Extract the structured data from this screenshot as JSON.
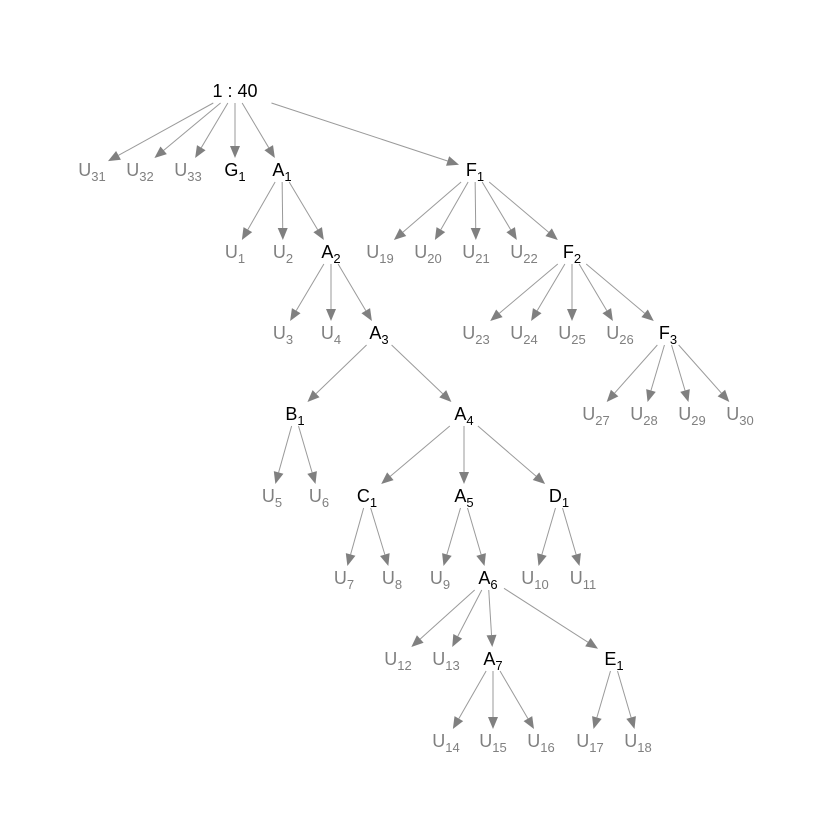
{
  "colors": {
    "internal": "#000000",
    "leaf": "#808080",
    "edge": "#9a9a9a",
    "arrowhead": "#808080"
  },
  "nodes": [
    {
      "id": "root",
      "base": "1 : 40",
      "sub": "",
      "type": "internal"
    },
    {
      "id": "U31",
      "base": "U",
      "sub": "31",
      "type": "leaf"
    },
    {
      "id": "U32",
      "base": "U",
      "sub": "32",
      "type": "leaf"
    },
    {
      "id": "U33",
      "base": "U",
      "sub": "33",
      "type": "leaf"
    },
    {
      "id": "G1",
      "base": "G",
      "sub": "1",
      "type": "internal"
    },
    {
      "id": "A1",
      "base": "A",
      "sub": "1",
      "type": "internal"
    },
    {
      "id": "F1",
      "base": "F",
      "sub": "1",
      "type": "internal"
    },
    {
      "id": "U1",
      "base": "U",
      "sub": "1",
      "type": "leaf"
    },
    {
      "id": "U2",
      "base": "U",
      "sub": "2",
      "type": "leaf"
    },
    {
      "id": "A2",
      "base": "A",
      "sub": "2",
      "type": "internal"
    },
    {
      "id": "U19",
      "base": "U",
      "sub": "19",
      "type": "leaf"
    },
    {
      "id": "U20",
      "base": "U",
      "sub": "20",
      "type": "leaf"
    },
    {
      "id": "U21",
      "base": "U",
      "sub": "21",
      "type": "leaf"
    },
    {
      "id": "U22",
      "base": "U",
      "sub": "22",
      "type": "leaf"
    },
    {
      "id": "F2",
      "base": "F",
      "sub": "2",
      "type": "internal"
    },
    {
      "id": "U3",
      "base": "U",
      "sub": "3",
      "type": "leaf"
    },
    {
      "id": "U4",
      "base": "U",
      "sub": "4",
      "type": "leaf"
    },
    {
      "id": "A3",
      "base": "A",
      "sub": "3",
      "type": "internal"
    },
    {
      "id": "U23",
      "base": "U",
      "sub": "23",
      "type": "leaf"
    },
    {
      "id": "U24",
      "base": "U",
      "sub": "24",
      "type": "leaf"
    },
    {
      "id": "U25",
      "base": "U",
      "sub": "25",
      "type": "leaf"
    },
    {
      "id": "U26",
      "base": "U",
      "sub": "26",
      "type": "leaf"
    },
    {
      "id": "F3",
      "base": "F",
      "sub": "3",
      "type": "internal"
    },
    {
      "id": "B1",
      "base": "B",
      "sub": "1",
      "type": "internal"
    },
    {
      "id": "A4",
      "base": "A",
      "sub": "4",
      "type": "internal"
    },
    {
      "id": "U27",
      "base": "U",
      "sub": "27",
      "type": "leaf"
    },
    {
      "id": "U28",
      "base": "U",
      "sub": "28",
      "type": "leaf"
    },
    {
      "id": "U29",
      "base": "U",
      "sub": "29",
      "type": "leaf"
    },
    {
      "id": "U30",
      "base": "U",
      "sub": "30",
      "type": "leaf"
    },
    {
      "id": "U5",
      "base": "U",
      "sub": "5",
      "type": "leaf"
    },
    {
      "id": "U6",
      "base": "U",
      "sub": "6",
      "type": "leaf"
    },
    {
      "id": "C1",
      "base": "C",
      "sub": "1",
      "type": "internal"
    },
    {
      "id": "A5",
      "base": "A",
      "sub": "5",
      "type": "internal"
    },
    {
      "id": "D1",
      "base": "D",
      "sub": "1",
      "type": "internal"
    },
    {
      "id": "U7",
      "base": "U",
      "sub": "7",
      "type": "leaf"
    },
    {
      "id": "U8",
      "base": "U",
      "sub": "8",
      "type": "leaf"
    },
    {
      "id": "U9",
      "base": "U",
      "sub": "9",
      "type": "leaf"
    },
    {
      "id": "A6",
      "base": "A",
      "sub": "6",
      "type": "internal"
    },
    {
      "id": "U10",
      "base": "U",
      "sub": "10",
      "type": "leaf"
    },
    {
      "id": "U11",
      "base": "U",
      "sub": "11",
      "type": "leaf"
    },
    {
      "id": "U12",
      "base": "U",
      "sub": "12",
      "type": "leaf"
    },
    {
      "id": "U13",
      "base": "U",
      "sub": "13",
      "type": "leaf"
    },
    {
      "id": "A7",
      "base": "A",
      "sub": "7",
      "type": "internal"
    },
    {
      "id": "E1",
      "base": "E",
      "sub": "1",
      "type": "internal"
    },
    {
      "id": "U14",
      "base": "U",
      "sub": "14",
      "type": "leaf"
    },
    {
      "id": "U15",
      "base": "U",
      "sub": "15",
      "type": "leaf"
    },
    {
      "id": "U16",
      "base": "U",
      "sub": "16",
      "type": "leaf"
    },
    {
      "id": "U17",
      "base": "U",
      "sub": "17",
      "type": "leaf"
    },
    {
      "id": "U18",
      "base": "U",
      "sub": "18",
      "type": "leaf"
    }
  ],
  "edges": [
    [
      "root",
      "U31"
    ],
    [
      "root",
      "U32"
    ],
    [
      "root",
      "U33"
    ],
    [
      "root",
      "G1"
    ],
    [
      "root",
      "A1"
    ],
    [
      "root",
      "F1"
    ],
    [
      "A1",
      "U1"
    ],
    [
      "A1",
      "U2"
    ],
    [
      "A1",
      "A2"
    ],
    [
      "F1",
      "U19"
    ],
    [
      "F1",
      "U20"
    ],
    [
      "F1",
      "U21"
    ],
    [
      "F1",
      "U22"
    ],
    [
      "F1",
      "F2"
    ],
    [
      "A2",
      "U3"
    ],
    [
      "A2",
      "U4"
    ],
    [
      "A2",
      "A3"
    ],
    [
      "F2",
      "U23"
    ],
    [
      "F2",
      "U24"
    ],
    [
      "F2",
      "U25"
    ],
    [
      "F2",
      "U26"
    ],
    [
      "F2",
      "F3"
    ],
    [
      "A3",
      "B1"
    ],
    [
      "A3",
      "A4"
    ],
    [
      "F3",
      "U27"
    ],
    [
      "F3",
      "U28"
    ],
    [
      "F3",
      "U29"
    ],
    [
      "F3",
      "U30"
    ],
    [
      "B1",
      "U5"
    ],
    [
      "B1",
      "U6"
    ],
    [
      "A4",
      "C1"
    ],
    [
      "A4",
      "A5"
    ],
    [
      "A4",
      "D1"
    ],
    [
      "C1",
      "U7"
    ],
    [
      "C1",
      "U8"
    ],
    [
      "A5",
      "U9"
    ],
    [
      "A5",
      "A6"
    ],
    [
      "D1",
      "U10"
    ],
    [
      "D1",
      "U11"
    ],
    [
      "A6",
      "U12"
    ],
    [
      "A6",
      "U13"
    ],
    [
      "A6",
      "A7"
    ],
    [
      "A6",
      "E1"
    ],
    [
      "A7",
      "U14"
    ],
    [
      "A7",
      "U15"
    ],
    [
      "A7",
      "U16"
    ],
    [
      "E1",
      "U17"
    ],
    [
      "E1",
      "U18"
    ]
  ]
}
